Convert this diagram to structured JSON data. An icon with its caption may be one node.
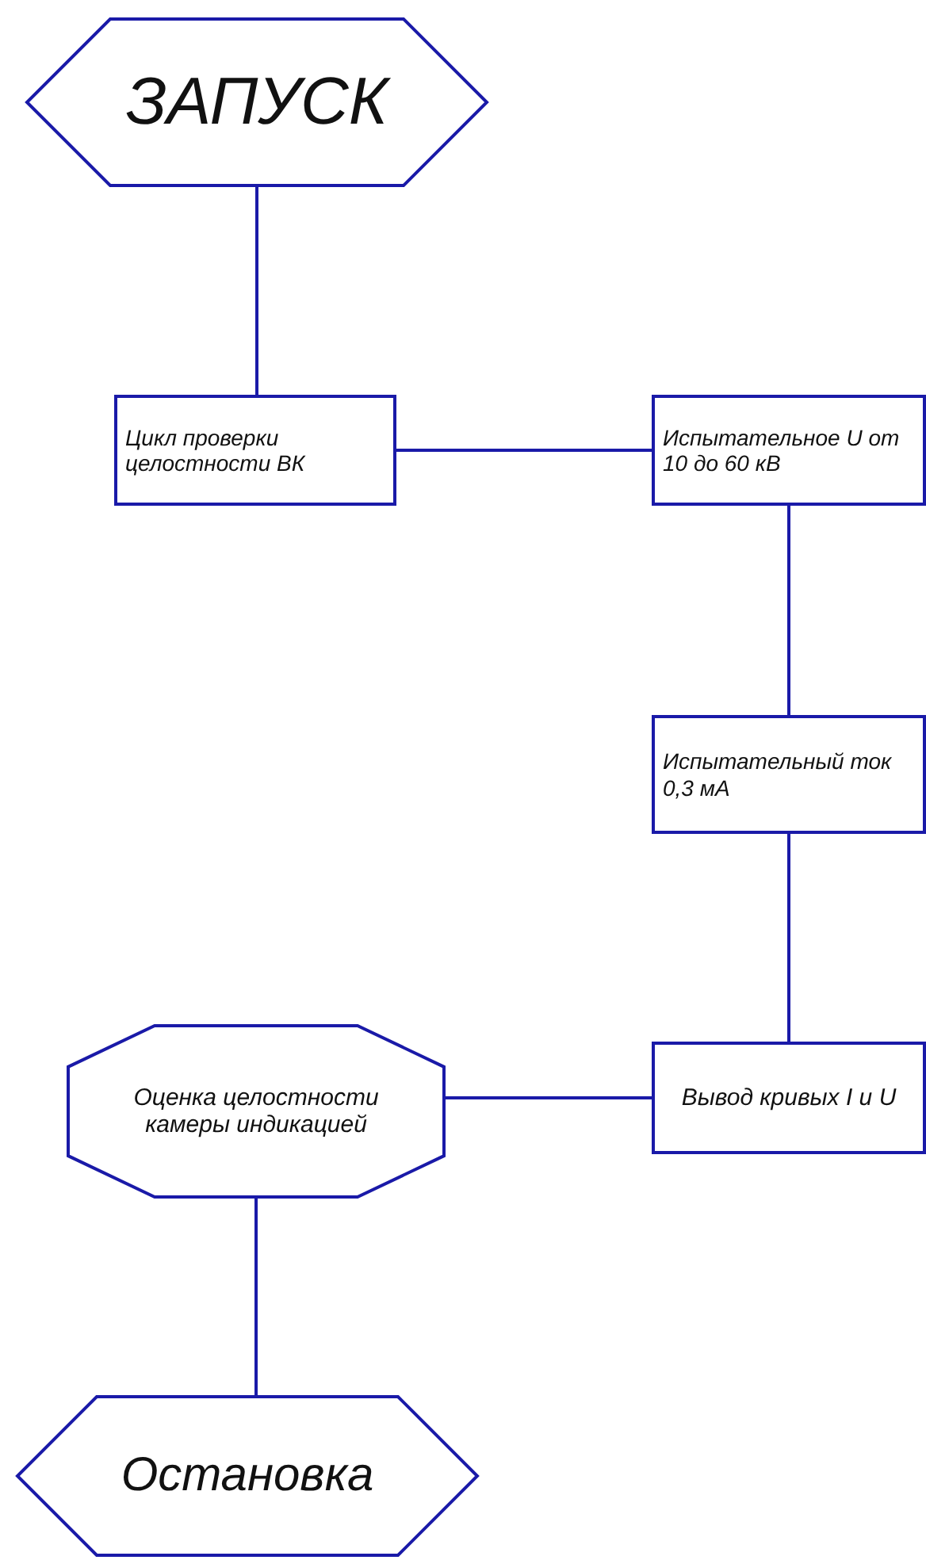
{
  "diagram": {
    "nodes": [
      {
        "text": [
          "ЗАПУСК"
        ]
      },
      {
        "text": [
          "Цикл проверки целостности ВК"
        ]
      },
      {
        "text": [
          "Испытательное U от 10 до 60 кВ"
        ]
      },
      {
        "text": [
          "Испытательный ток 0,3 мА"
        ]
      },
      {
        "text": [
          "Вывод кривых I и U"
        ]
      },
      {
        "text": [
          "Оценка целостности камеры индикацией"
        ]
      },
      {
        "text": [
          "Остановка"
        ]
      }
    ],
    "edges": [
      {
        "from": 0,
        "to": 1,
        "arrow": "none"
      },
      {
        "from": 1,
        "to": 2,
        "arrow": "none"
      },
      {
        "from": 2,
        "to": 3,
        "arrow": "none"
      },
      {
        "from": 3,
        "to": 4,
        "arrow": "none"
      },
      {
        "from": 4,
        "to": 5,
        "arrow": "none"
      },
      {
        "from": 5,
        "to": 6,
        "arrow": "none"
      }
    ]
  }
}
